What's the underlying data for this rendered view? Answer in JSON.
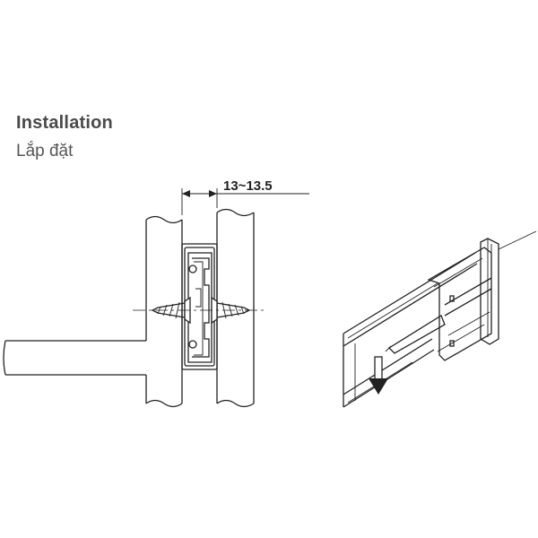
{
  "heading": {
    "title": "Installation",
    "subtitle": "Lắp đặt"
  },
  "dimension": {
    "label": "13~13.5"
  },
  "colors": {
    "line": "#222222",
    "title": "#4a4a4a",
    "background": "#ffffff"
  }
}
